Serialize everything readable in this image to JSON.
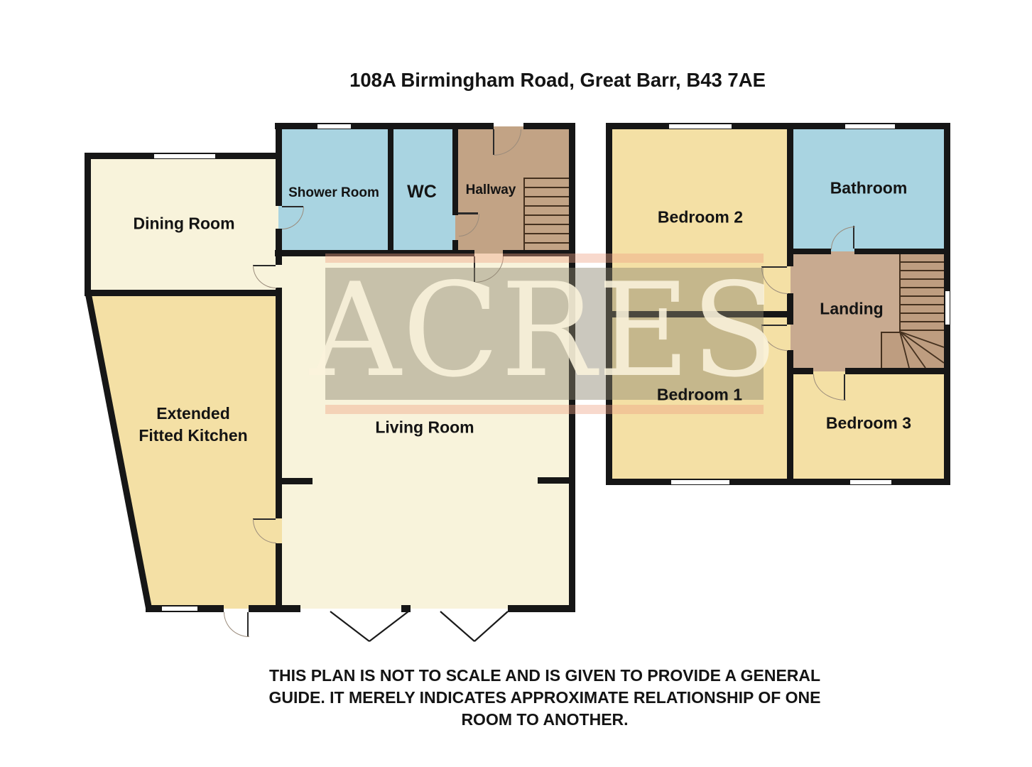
{
  "title": "108A Birmingham Road, Great Barr, B43 7AE",
  "watermark": "ACRES",
  "ground_floor": {
    "rooms": {
      "dining": "Dining Room",
      "shower": "Shower Room",
      "wc": "WC",
      "hallway": "Hallway",
      "kitchen_line1": "Extended",
      "kitchen_line2": "Fitted Kitchen",
      "living": "Living Room"
    }
  },
  "first_floor": {
    "rooms": {
      "bedroom2": "Bedroom 2",
      "bathroom": "Bathroom",
      "landing": "Landing",
      "bedroom1": "Bedroom 1",
      "bedroom3": "Bedroom 3"
    }
  },
  "disclaimer": {
    "line1": "THIS PLAN IS NOT TO SCALE AND IS GIVEN TO PROVIDE A GENERAL",
    "line2": "GUIDE. IT MERELY INDICATES APPROXIMATE RELATIONSHIP OF ONE",
    "line3": "ROOM TO ANOTHER."
  },
  "colors": {
    "background": "#FFFFFF",
    "wall": "#161616",
    "label_text": "#141414",
    "room_cream": "#F8F3DB",
    "room_yellow": "#F4E0A5",
    "room_blue": "#A9D4E1",
    "room_brown": "#C2A385",
    "room_brown_light": "#C8AA90",
    "stair_fill": "#BE9D80",
    "stair_line": "#44301E",
    "door_arc": "#9A8B7B",
    "watermark_band": "rgba(140,133,110,0.45)",
    "watermark_stripe": "rgba(238,160,130,0.40)",
    "watermark_text": "rgba(250,243,220,0.88)"
  }
}
